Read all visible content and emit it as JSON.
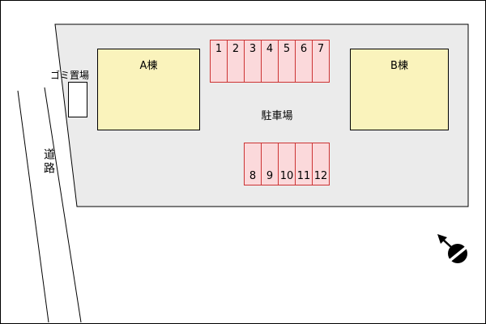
{
  "labels": {
    "building_a": "A棟",
    "building_b": "B棟",
    "parking_lot": "駐車場",
    "garbage_area": "ゴミ置場",
    "road": "道路"
  },
  "parking": {
    "top": [
      "1",
      "2",
      "3",
      "4",
      "5",
      "6",
      "7"
    ],
    "bottom": [
      "8",
      "9",
      "10",
      "11",
      "12"
    ]
  },
  "colors": {
    "site_fill": "#ebebeb",
    "building_fill": "#faf3bc",
    "parking_fill": "#fbd9db",
    "parking_border": "#cc3333",
    "line": "#000000"
  },
  "icons": {
    "compass": "north-arrow"
  }
}
